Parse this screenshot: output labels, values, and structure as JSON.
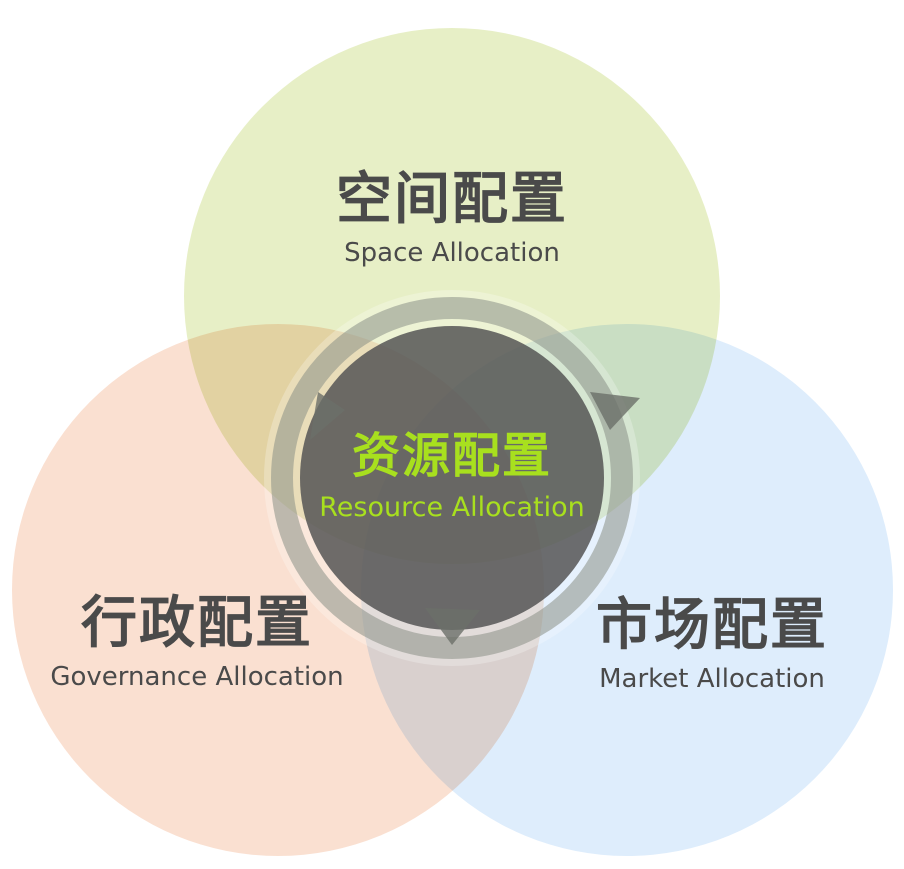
{
  "colors": {
    "space": "#dfeab3",
    "governance": "#f9d6c2",
    "market": "#d3e7fb",
    "center": "#555555",
    "center_text": "#a8e01e",
    "text": "#4a4a4a"
  },
  "nodes": {
    "space": {
      "zh": "空间配置",
      "en": "Space Allocation"
    },
    "governance": {
      "zh": "行政配置",
      "en": "Governance Allocation"
    },
    "market": {
      "zh": "市场配置",
      "en": "Market Allocation"
    },
    "resource": {
      "zh": "资源配置",
      "en": "Resource Allocation"
    }
  }
}
